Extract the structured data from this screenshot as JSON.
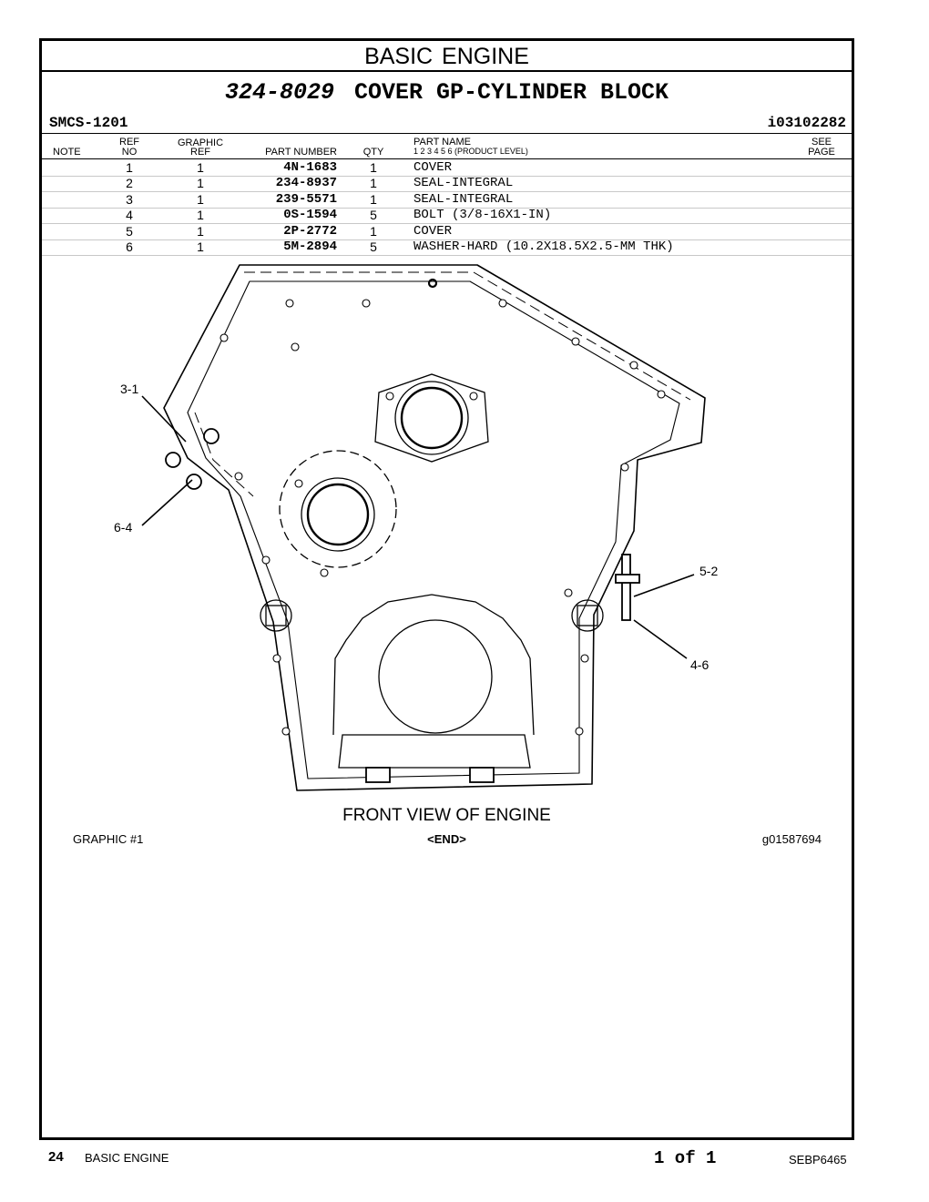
{
  "section_title": "BASIC ENGINE",
  "group": {
    "part_number": "324-8029",
    "name": "COVER GP-CYLINDER BLOCK"
  },
  "smcs": "SMCS-1201",
  "illustration_id": "i03102282",
  "columns": {
    "note": "NOTE",
    "ref_no_1": "REF",
    "ref_no_2": "NO",
    "graphic_ref_1": "GRAPHIC",
    "graphic_ref_2": "REF",
    "part_number": "PART NUMBER",
    "qty": "QTY",
    "part_name": "PART NAME",
    "product_levels": "1   2   3   4   5   6   (PRODUCT LEVEL)",
    "see_page_1": "SEE",
    "see_page_2": "PAGE"
  },
  "parts": [
    {
      "ref": "1",
      "graphic_ref": "1",
      "part_number": "4N-1683",
      "qty": "1",
      "name": "COVER"
    },
    {
      "ref": "2",
      "graphic_ref": "1",
      "part_number": "234-8937",
      "qty": "1",
      "name": "SEAL-INTEGRAL"
    },
    {
      "ref": "3",
      "graphic_ref": "1",
      "part_number": "239-5571",
      "qty": "1",
      "name": "SEAL-INTEGRAL"
    },
    {
      "ref": "4",
      "graphic_ref": "1",
      "part_number": "0S-1594",
      "qty": "5",
      "name": "BOLT (3/8-16X1-IN)"
    },
    {
      "ref": "5",
      "graphic_ref": "1",
      "part_number": "2P-2772",
      "qty": "1",
      "name": "COVER"
    },
    {
      "ref": "6",
      "graphic_ref": "1",
      "part_number": "5M-2894",
      "qty": "5",
      "name": "WASHER-HARD (10.2X18.5X2.5-MM THK)"
    }
  ],
  "callouts": [
    "3-1",
    "6-4",
    "5-2",
    "4-6"
  ],
  "caption": "FRONT VIEW OF ENGINE",
  "graphic_label": "GRAPHIC #1",
  "end_marker": "<END>",
  "graphic_number": "g01587694",
  "footer": {
    "page": "24",
    "section": "BASIC ENGINE",
    "page_of": "1 of 1",
    "doc_number": "SEBP6465"
  }
}
